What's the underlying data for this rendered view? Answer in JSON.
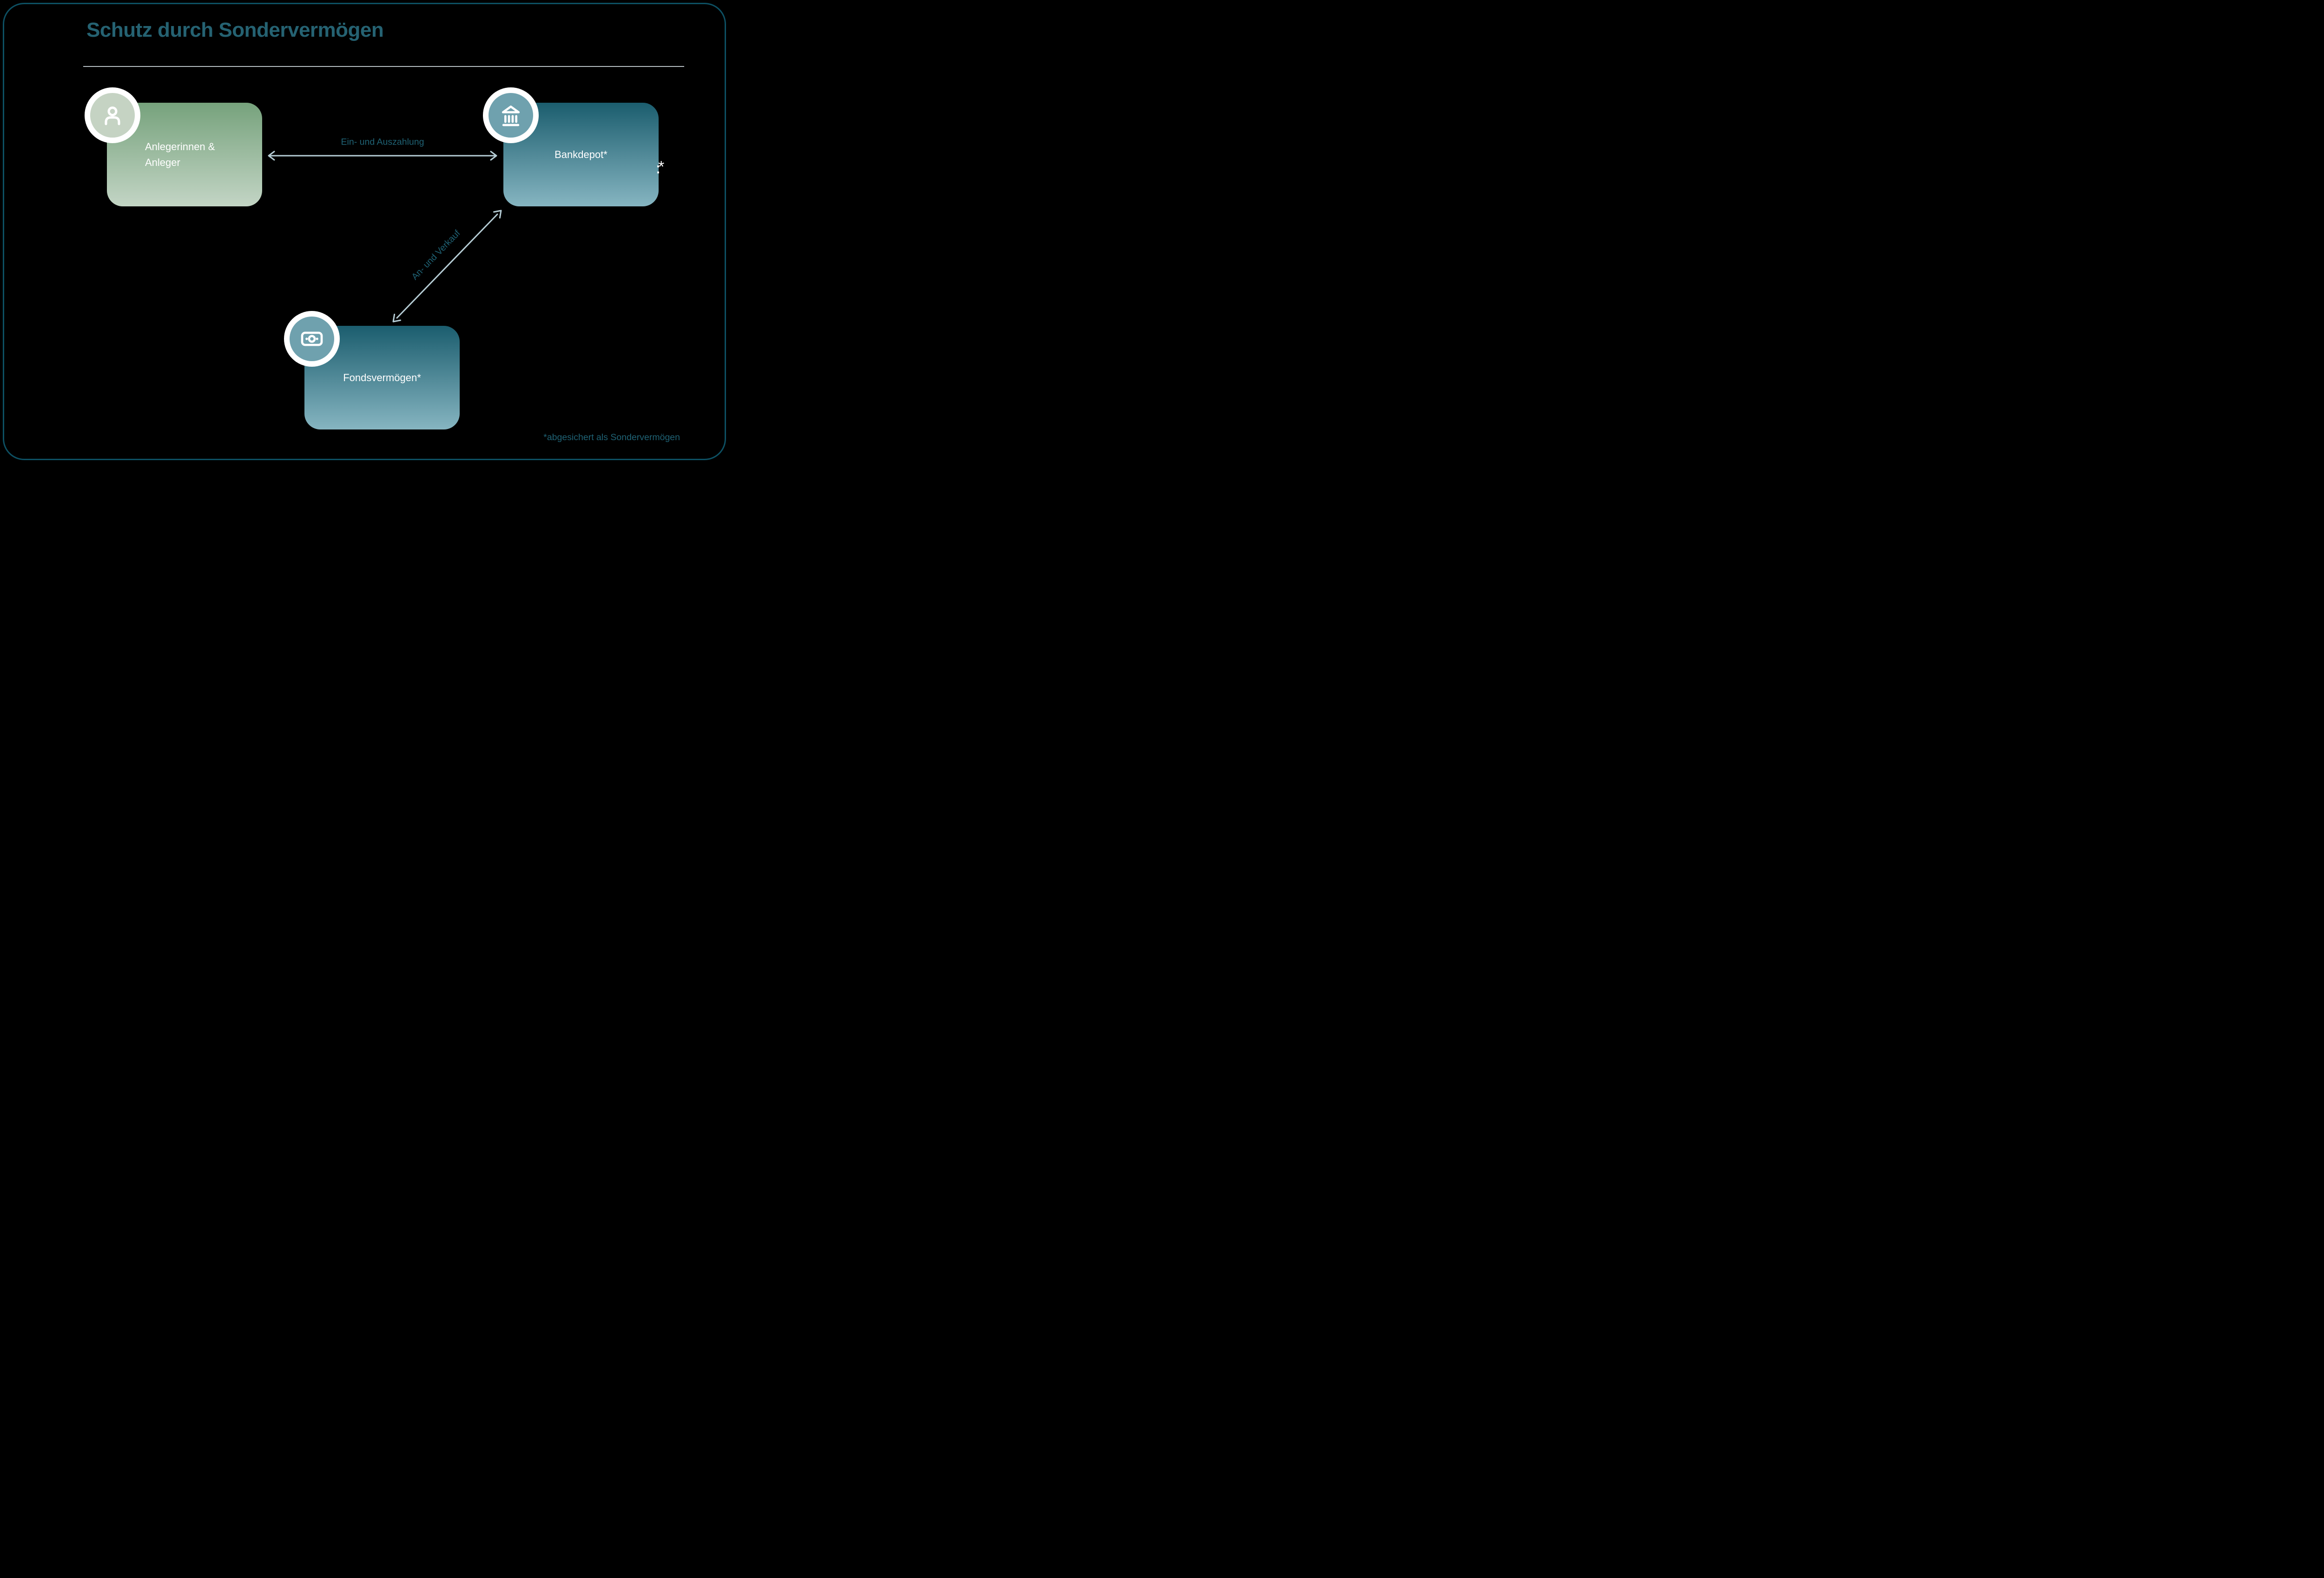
{
  "header": {
    "title": "Schutz durch Sondervermögen",
    "title_color": "#256272"
  },
  "nodes": [
    {
      "id": "investors",
      "label_line1": "Anlegerinnen &",
      "label_line2": "Anleger",
      "icon": "person-icon",
      "gradient_top": "#76A27C",
      "gradient_bottom": "#C3D5C5",
      "badge_fill": "#C5D3C3"
    },
    {
      "id": "bank-depot",
      "label": "Bankdepot*",
      "icon": "bank-icon",
      "gradient_top": "#1B5D6E",
      "gradient_bottom": "#86B5C1",
      "badge_fill": "#6FA1AE"
    },
    {
      "id": "fund-assets",
      "label": "Fondsvermögen*",
      "icon": "banknote-icon",
      "gradient_top": "#1B5D6E",
      "gradient_bottom": "#86B5C1",
      "badge_fill": "#6FA1AE"
    }
  ],
  "arrows": [
    {
      "id": "deposit-withdrawal",
      "label": "Ein- und Auszahlung",
      "style": "double-headed-horizontal",
      "color": "#B5CCD4",
      "label_color": "#1F6274"
    },
    {
      "id": "buy-sell",
      "label": "An- und Verkauf",
      "style": "double-headed-diagonal",
      "color": "#B5CCD4",
      "label_color": "#1F6274"
    }
  ],
  "stray_asterisk": "*",
  "footnote": {
    "text": "*abgesichert als Sondervermögen",
    "color": "#1F6274"
  },
  "frame": {
    "border_color": "#0D5063",
    "background": "#000000"
  }
}
